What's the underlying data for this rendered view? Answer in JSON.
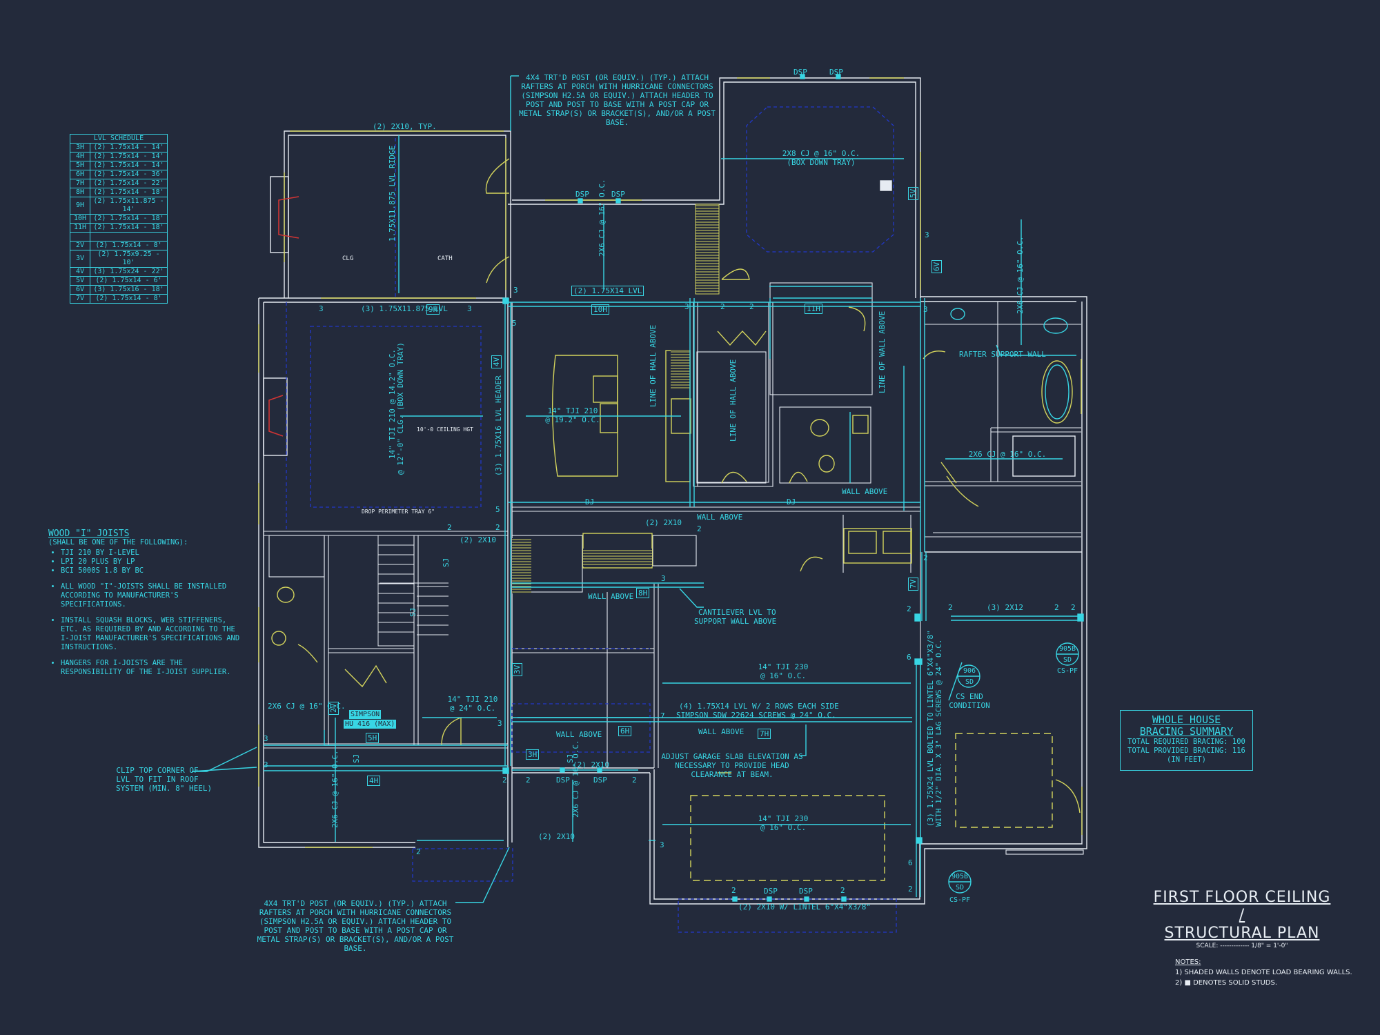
{
  "lvl_schedule": {
    "title": "LVL SCHEDULE",
    "rows": [
      [
        "3H",
        "(2) 1.75x14 - 14'"
      ],
      [
        "4H",
        "(2) 1.75x14 - 14'"
      ],
      [
        "5H",
        "(2) 1.75x14 - 14'"
      ],
      [
        "6H",
        "(2) 1.75x14 - 36'"
      ],
      [
        "7H",
        "(2) 1.75x14 - 22'"
      ],
      [
        "8H",
        "(2) 1.75x14 - 18'"
      ],
      [
        "9H",
        "(2) 1.75x11.875 - 14'"
      ],
      [
        "10H",
        "(2) 1.75x14 - 18'"
      ],
      [
        "11H",
        "(2) 1.75x14 - 18'"
      ],
      [
        "",
        ""
      ],
      [
        "2V",
        "(2) 1.75x14 - 8'"
      ],
      [
        "3V",
        "(2) 1.75x9.25 - 10'"
      ],
      [
        "4V",
        "(3) 1.75x24 - 22'"
      ],
      [
        "5V",
        "(2) 1.75x14 - 6'"
      ],
      [
        "6V",
        "(3) 1.75x16 - 18'"
      ],
      [
        "7V",
        "(2) 1.75x14 - 8'"
      ]
    ]
  },
  "joist_notes": {
    "heading": "WOOD \"I\" JOISTS",
    "sub": "(SHALL BE ONE OF THE FOLLOWING):",
    "brands": [
      "TJI 210 BY I-LEVEL",
      "LPI 20 PLUS BY LP",
      "BCI 5000s 1.8 BY BC"
    ],
    "items": [
      "ALL WOOD \"I\"-JOISTS SHALL BE INSTALLED ACCORDING TO MANUFACTURER'S SPECIFICATIONS.",
      "INSTALL SQUASH BLOCKS, WEB STIFFENERS, ETC. AS REQUIRED BY AND ACCORDING TO THE I-JOIST MANUFACTURER'S SPECIFICATIONS AND INSTRUCTIONS.",
      "HANGERS FOR I-JOISTS ARE THE RESPONSIBILITY OF THE I-JOIST SUPPLIER."
    ]
  },
  "bracing": {
    "title_1": "WHOLE HOUSE",
    "title_2": "BRACING SUMMARY",
    "required": "TOTAL REQUIRED BRACING: 100",
    "provided": "TOTAL PROVIDED BRACING: 116",
    "unit": "(IN FEET)"
  },
  "title_block": {
    "line1": "FIRST FLOOR CEILING /",
    "line2": "STRUCTURAL PLAN",
    "scale": "SCALE: ------------- 1/8\" = 1'-0\""
  },
  "notes": {
    "heading": "NOTES:",
    "n1": "1) SHADED WALLS DENOTE LOAD BEARING WALLS.",
    "n2": "2) ■ DENOTES SOLID STUDS."
  },
  "labels": {
    "porch_top": "4x4 TRT'D POST (OR EQUIV.) (TYP.) ATTACH RAFTERS AT PORCH WITH HURRICANE CONNECTORS (SIMPSON H2.5A OR EQUIV.) ATTACH HEADER TO POST AND POST TO BASE WITH A POST CAP OR METAL STRAP(S) OR BRACKET(S), AND/OR A POST BASE.",
    "porch_bottom": "4x4 TRT'D POST (OR EQUIV.) (TYP.) ATTACH RAFTERS AT PORCH WITH HURRICANE CONNECTORS (SIMPSON H2.5A OR EQUIV.) ATTACH HEADER TO POST AND POST TO BASE WITH A POST CAP OR METAL STRAP(S) OR BRACKET(S), AND/OR A POST BASE.",
    "two_by_ten_typ": "(2) 2x10, TYP.",
    "lvl_ridge": "1.75x11.875 LVL RIDGE",
    "clg": "CLG",
    "cath": "CATH",
    "dsp": "DSP",
    "cj_box_1": "2x8 CJ @ 16\" O.C.",
    "cj_box_2": "(BOX DOWN TRAY)",
    "cj_2x6_16": "2x6 CJ @ 16\" O.C.",
    "lvl_2_175x14": "(2) 1.75x14 LVL",
    "lvl_3_175x11": "(3) 1.75x11.875 LVL",
    "tji_210_142_1": "14\" TJI 210 @ 14.2\" O.C.",
    "tji_210_142_2": "@ 12'-0\" CLG. (BOX DOWN TRAY)",
    "ceiling_hgt": "10'-0 CEILING HGT",
    "drop_perim": "DROP PERIMETER TRAY 6\"",
    "lvl_header": "(3) 1.75x16 LVL HEADER",
    "tji_kitchen_1": "14\" TJI 210",
    "tji_kitchen_2": "@ 19.2\" O.C.",
    "line_hall": "LINE OF HALL ABOVE",
    "line_wall": "LINE OF WALL ABOVE",
    "rafter_support": "RAFTER SUPPORT WALL",
    "cj_bath": "2x6 CJ @ 16\" O.C.",
    "dj": "DJ",
    "wall_above": "WALL ABOVE",
    "two_2x10": "(2) 2x10",
    "cantilever_1": "CANTILEVER LVL TO",
    "cantilever_2": "SUPPORT WALL ABOVE",
    "tji_230_1": "14\" TJI 230",
    "tji_230_2": "@ 16\" O.C.",
    "three_2x12": "(3) 2x12",
    "lvl_two_rows_1": "(4) 1.75x14 LVL W/ 2 ROWS EACH SIDE",
    "lvl_two_rows_2": "SIMPSON SDW 22624 SCREWS @ 24\" O.C.",
    "garage_1": "ADJUST GARAGE SLAB ELEVATION AS",
    "garage_2": "NECESSARY TO PROVIDE HEAD",
    "garage_3": "CLEARANCE AT BEAM.",
    "tji_210_24_1": "14\" TJI 210",
    "tji_210_24_2": "@ 24\" O.C.",
    "clip_1": "CLIP TOP CORNER OF",
    "clip_2": "LVL TO FIT IN ROOF",
    "clip_3": "SYSTEM (MIN. 8\" HEEL)",
    "simpson": "SIMPSON",
    "hu_max": "HU 416 (MAX)",
    "lintel_1": "(3) 1.75x24 LVL BOLTED TO LINTEL 6\"x4\"x3/8\"",
    "lintel_2": "WITH 1/2\" DIA. x 3\" LAG SCREWS @ 24\" O.C.",
    "lintel_bottom": "(2) 2x10 W/ LINTEL 6\"x4\"x3/8\"",
    "cs_end_1": "CS END",
    "cs_end_2": "CONDITION",
    "d906": "906",
    "d905b": "905B",
    "sd": "SD",
    "cspf": "CS-PF",
    "sj": "SJ",
    "tags": [
      "3H",
      "4H",
      "5H",
      "6H",
      "7H",
      "8H",
      "9H",
      "10H",
      "11H",
      "2V",
      "3V",
      "4V",
      "5V",
      "6V",
      "7V"
    ],
    "nums": [
      "2",
      "3",
      "5",
      "6",
      "7"
    ]
  }
}
